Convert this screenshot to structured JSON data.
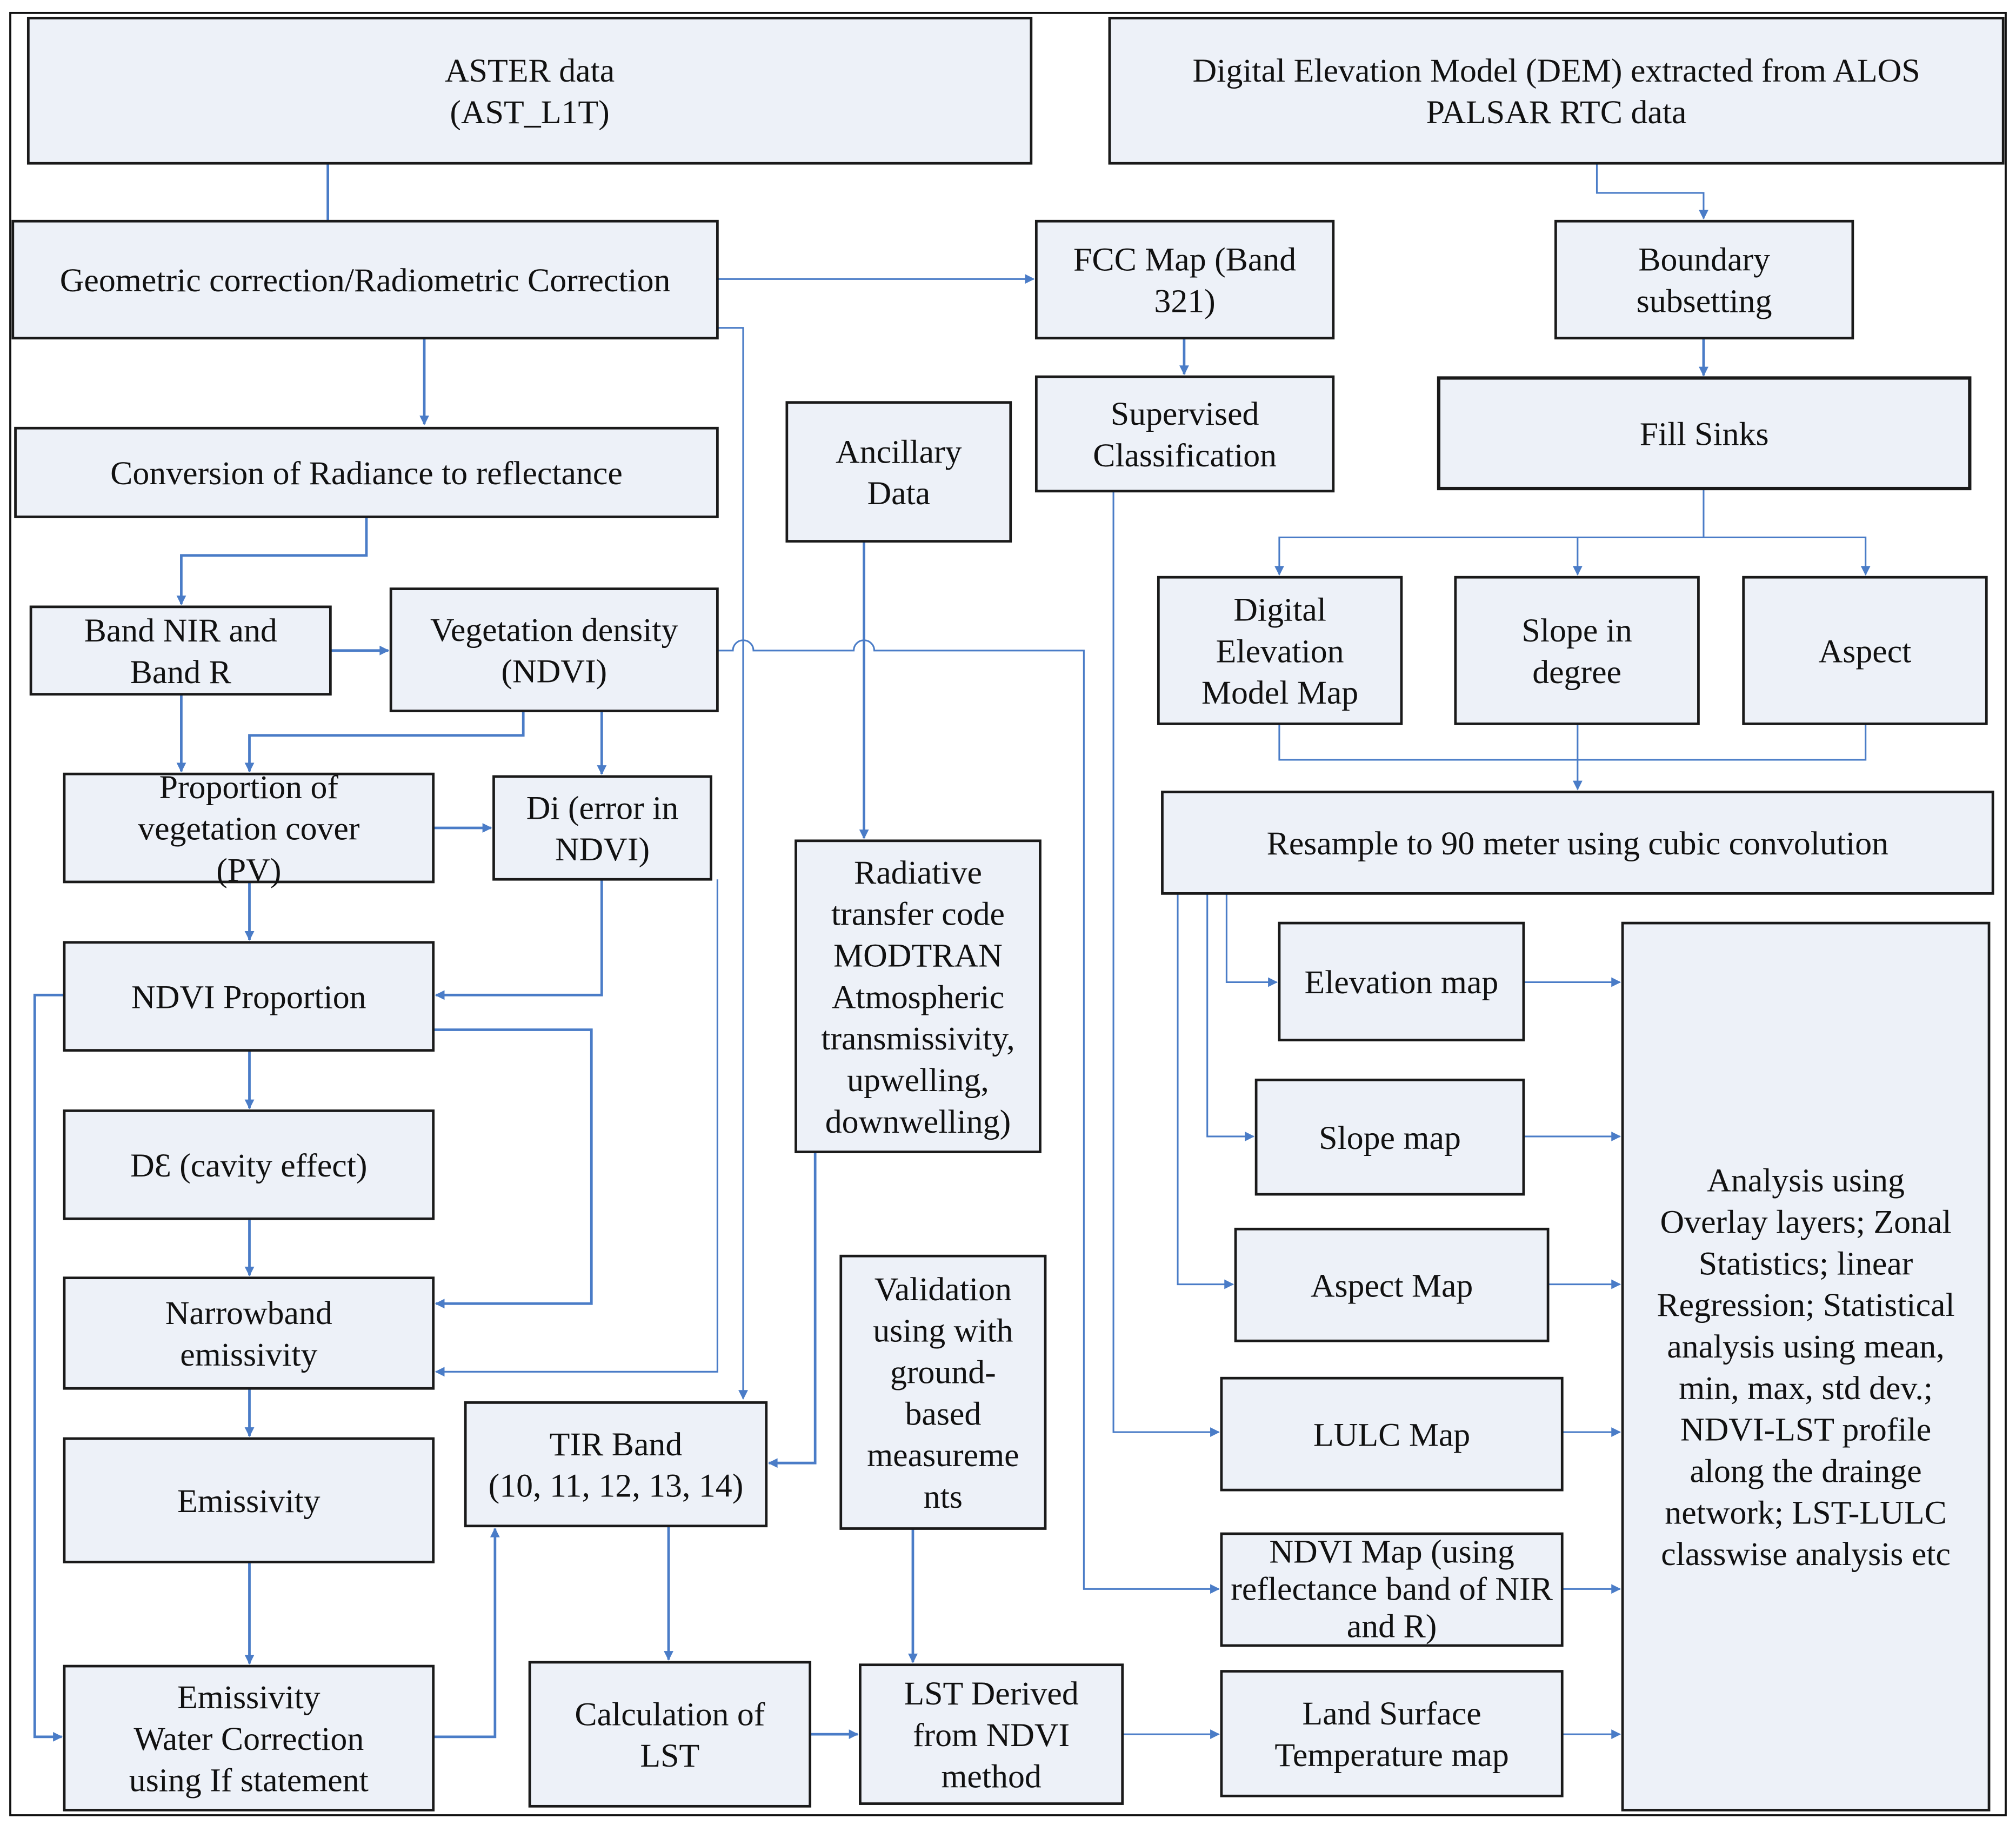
{
  "colors": {
    "box_fill": "#edf1f8",
    "box_border": "#1a1a1a",
    "connector": "#4a7cc7"
  },
  "boxes": {
    "aster": [
      "ASTER data",
      "(AST_L1T)"
    ],
    "dem": [
      "Digital Elevation Model (DEM) extracted from ALOS",
      "PALSAR RTC data"
    ],
    "geometric": [
      "Geometric correction/Radiometric Correction"
    ],
    "fcc": [
      "FCC Map (Band",
      "321)"
    ],
    "boundary": [
      "Boundary",
      "subsetting"
    ],
    "conversion": [
      "Conversion of Radiance to reflectance"
    ],
    "ancillary": [
      "Ancillary",
      "Data"
    ],
    "supervised": [
      "Supervised",
      "Classification"
    ],
    "fill_sinks": [
      "Fill Sinks"
    ],
    "band_nir": [
      "Band NIR and",
      "Band R"
    ],
    "veg_density": [
      "Vegetation density",
      "(NDVI)"
    ],
    "dem_map": [
      "Digital",
      "Elevation",
      "Model Map"
    ],
    "slope_degree": [
      "Slope in",
      "degree"
    ],
    "aspect": [
      "Aspect"
    ],
    "pv": [
      "Proportion of",
      "vegetation cover",
      "(PV)"
    ],
    "di": [
      "Di (error in",
      "NDVI)"
    ],
    "radiative": [
      "Radiative",
      "transfer code",
      "MODTRAN",
      "Atmospheric",
      "transmissivity,",
      "upwelling,",
      "downwelling)"
    ],
    "resample": [
      "Resample to 90 meter using cubic convolution"
    ],
    "ndvi_proportion": [
      "NDVI Proportion"
    ],
    "elevation_map": [
      "Elevation map"
    ],
    "analysis": [
      "Analysis using",
      "Overlay layers; Zonal",
      "Statistics; linear",
      "Regression; Statistical",
      "analysis using mean,",
      "min, max, std dev.;",
      "NDVI-LST profile",
      "along the drainge",
      "network; LST-LULC",
      "classwise analysis etc"
    ],
    "cavity": [
      "DƐ (cavity effect)"
    ],
    "slope_map": [
      "Slope map"
    ],
    "aspect_map": [
      "Aspect Map"
    ],
    "narrowband": [
      "Narrowband",
      "emissivity"
    ],
    "validation": [
      "Validation",
      "using with",
      "ground-",
      "based",
      "measureme",
      "nts"
    ],
    "tir": [
      "TIR Band",
      "(10, 11, 12, 13, 14)"
    ],
    "lulc_map": [
      "LULC Map"
    ],
    "emissivity": [
      "Emissivity"
    ],
    "ndvi_map": [
      "NDVI Map (using",
      "reflectance band of NIR",
      "and R)"
    ],
    "emis_water": [
      "Emissivity",
      "Water Correction",
      "using If statement"
    ],
    "calc_lst": [
      "Calculation of",
      "LST"
    ],
    "lst_derived": [
      "LST Derived",
      "from NDVI",
      "method"
    ],
    "lst_map": [
      "Land Surface",
      "Temperature map"
    ]
  }
}
